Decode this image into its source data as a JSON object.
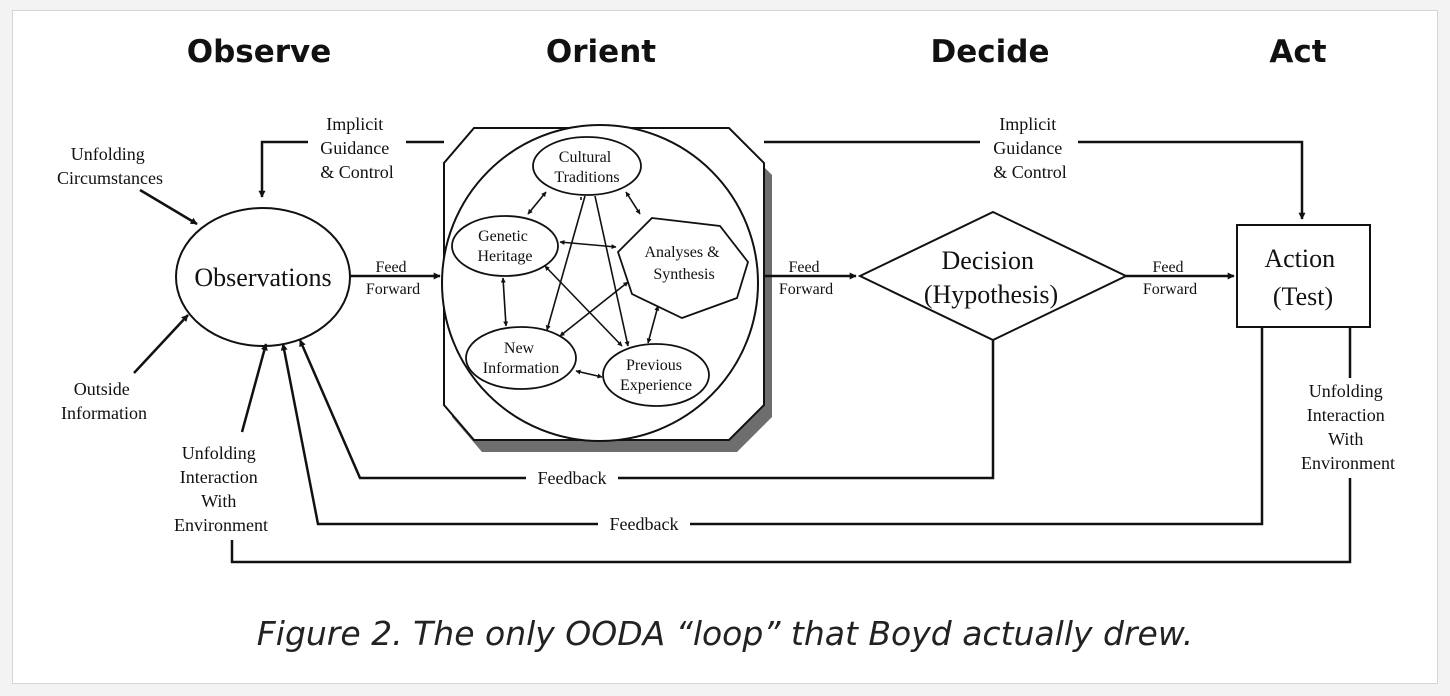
{
  "phases": {
    "observe": "Observe",
    "orient": "Orient",
    "decide": "Decide",
    "act": "Act"
  },
  "labels": {
    "implicit_guidance_left": [
      "Implicit",
      "Guidance",
      "& Control"
    ],
    "implicit_guidance_right": [
      "Implicit",
      "Guidance",
      "& Control"
    ],
    "unfolding_circumstances": [
      "Unfolding",
      "Circumstances"
    ],
    "outside_information": [
      "Outside",
      "Information"
    ],
    "unfolding_interaction_left": [
      "Unfolding",
      "Interaction",
      "With",
      "Environment"
    ],
    "unfolding_interaction_right": [
      "Unfolding",
      "Interaction",
      "With",
      "Environment"
    ],
    "feed_forward_1": [
      "Feed",
      "Forward"
    ],
    "feed_forward_2": [
      "Feed",
      "Forward"
    ],
    "feed_forward_3": [
      "Feed",
      "Forward"
    ],
    "feedback_1": "Feedback",
    "feedback_2": "Feedback"
  },
  "nodes": {
    "observations": "Observations",
    "decision": [
      "Decision",
      "(Hypothesis)"
    ],
    "action": [
      "Action",
      "(Test)"
    ],
    "cultural_traditions": [
      "Cultural",
      "Traditions"
    ],
    "genetic_heritage": [
      "Genetic",
      "Heritage"
    ],
    "analyses_synthesis": [
      "Analyses &",
      "Synthesis"
    ],
    "new_information": [
      "New",
      "Information"
    ],
    "previous_experience": [
      "Previous",
      "Experience"
    ]
  },
  "caption": "Figure 2.  The only OODA “loop” that Boyd actually drew."
}
